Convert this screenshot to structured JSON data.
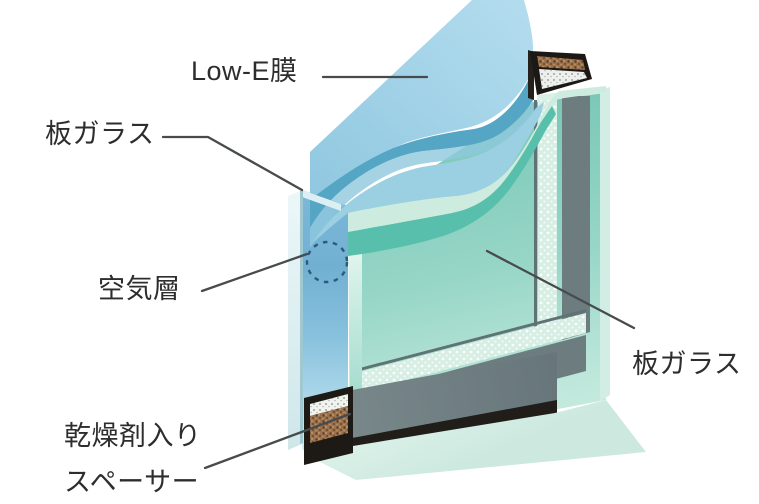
{
  "diagram_type": "insulated-glazing-unit-cutaway",
  "labels": {
    "lowe_film": "Low-E膜",
    "glass_front": "板ガラス",
    "air_layer": "空気層",
    "glass_rear": "板ガラス",
    "spacer_line1": "乾燥剤入り",
    "spacer_line2": "スペーサー"
  },
  "colors": {
    "background": "#ffffff",
    "lowe_sheet_light_blue": "#a3d5e7",
    "lowe_wave_band_blue": "#55a6c4",
    "front_pane_strip_blue": "#7cb7d7",
    "rear_pane_green": "#97d6c7",
    "green_wave_band": "#58bfac",
    "light_green_band": "#cdecdf",
    "spacer_gray": "#6d7c7f",
    "spacer_frame_black": "#1d1a15",
    "desiccant_brown": "#9b7350",
    "dotted_strip": "#d6eee4",
    "air_circle_dash": "#2a5a7c",
    "leader_line": "#474b4d",
    "text": "#2d2d2d"
  }
}
